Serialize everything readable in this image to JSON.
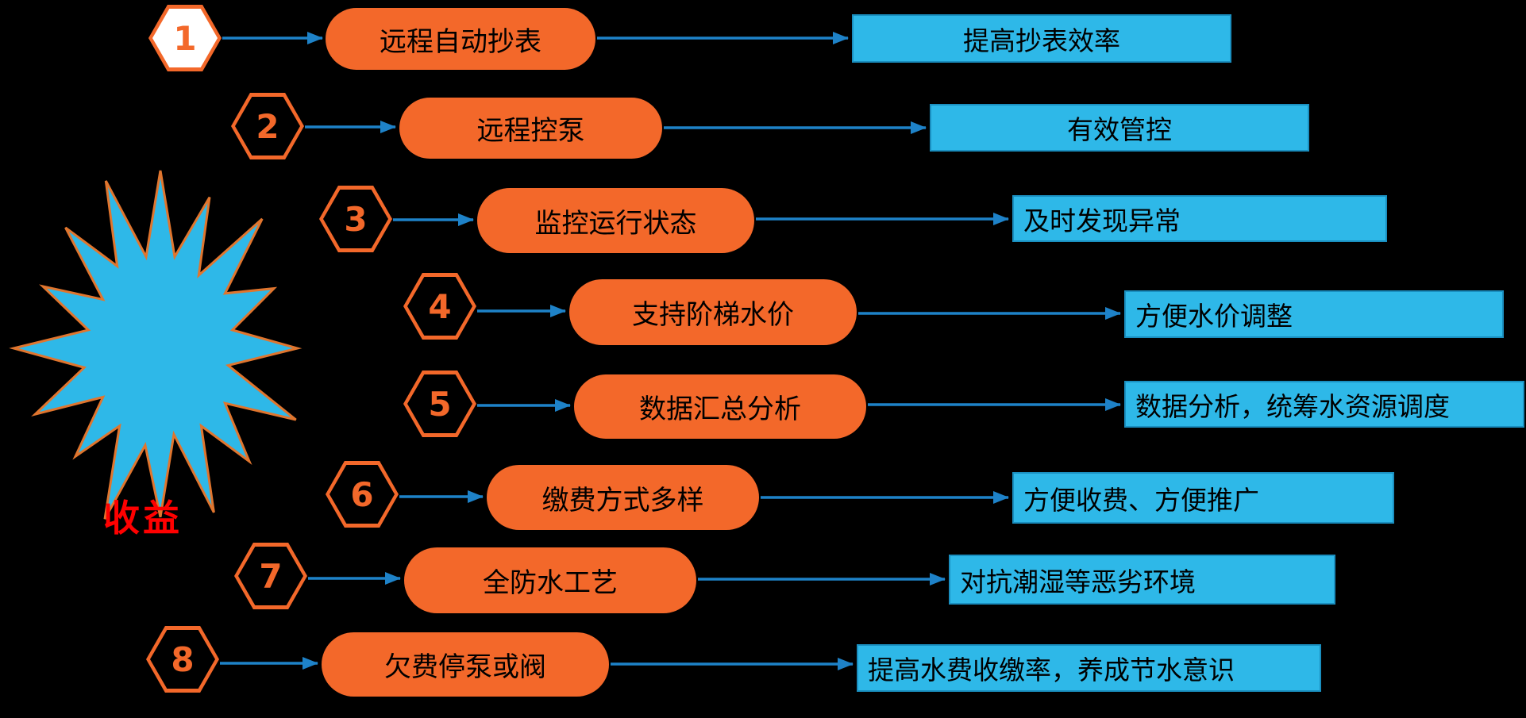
{
  "title": "收益",
  "colors": {
    "background": "#000000",
    "orange": "#F3682A",
    "blue_box": "#2EB8E8",
    "blue_box_border": "#1A8FC0",
    "arrow": "#1E82C8",
    "star_fill": "#2EB8E8",
    "star_stroke": "#E0752E",
    "title_color": "#FF0000",
    "hexagon_number": "#F3682A"
  },
  "rows": [
    {
      "number": "1",
      "feature": "远程自动抄表",
      "benefit": "提高抄表效率"
    },
    {
      "number": "2",
      "feature": "远程控泵",
      "benefit": "有效管控"
    },
    {
      "number": "3",
      "feature": "监控运行状态",
      "benefit": "及时发现异常"
    },
    {
      "number": "4",
      "feature": "支持阶梯水价",
      "benefit": "方便水价调整"
    },
    {
      "number": "5",
      "feature": "数据汇总分析",
      "benefit": "数据分析，统筹水资源调度"
    },
    {
      "number": "6",
      "feature": "缴费方式多样",
      "benefit": "方便收费、方便推广"
    },
    {
      "number": "7",
      "feature": "全防水工艺",
      "benefit": "对抗潮湿等恶劣环境"
    },
    {
      "number": "8",
      "feature": "欠费停泵或阀",
      "benefit": "提高水费收缴率，养成节水意识"
    }
  ]
}
